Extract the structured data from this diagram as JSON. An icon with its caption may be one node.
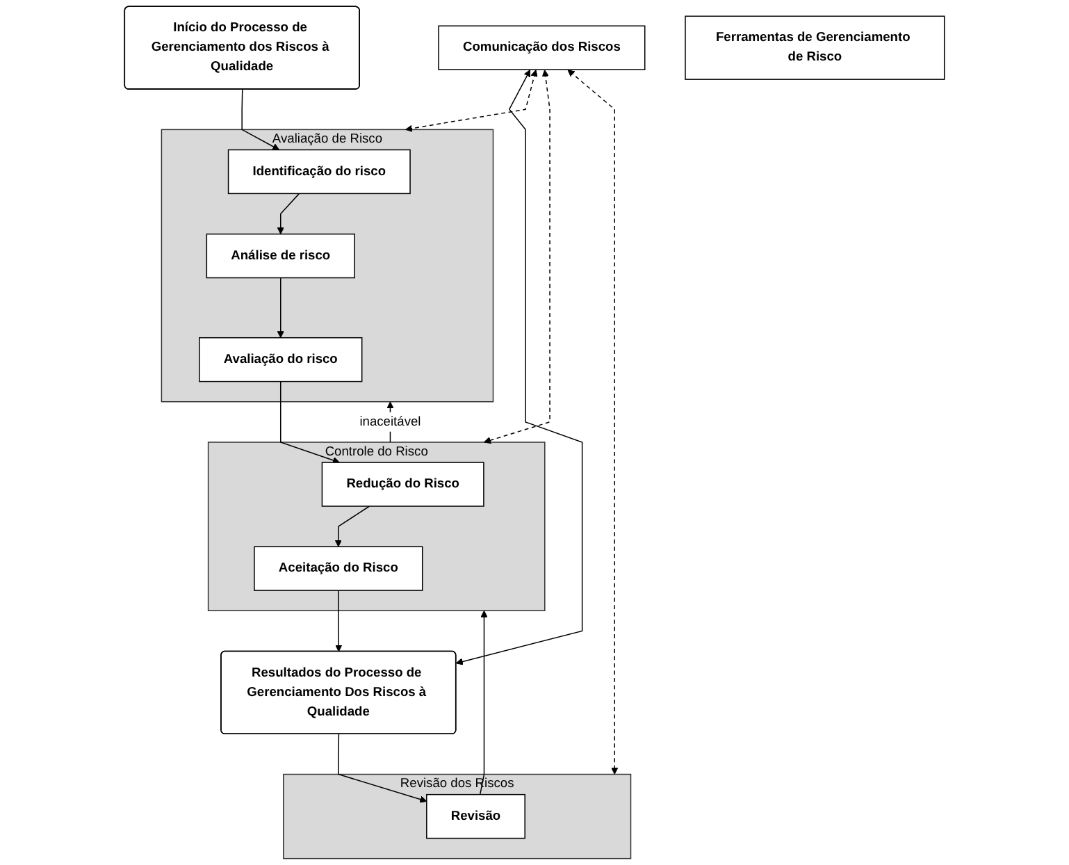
{
  "diagram": {
    "nodes": [
      {
        "text": [
          "Início do Processo de Gerenciamento dos Riscos à Qualidade"
        ]
      },
      {
        "text": [
          "Comunicação dos Riscos"
        ]
      },
      {
        "text": [
          "Avaliação de Risco"
        ]
      },
      {
        "text": [
          "Identificação do risco"
        ],
        "in": 2
      },
      {
        "text": [
          "Análise de risco"
        ],
        "in": 2
      },
      {
        "text": [
          "Avaliação do risco"
        ],
        "in": 2
      },
      {
        "text": [
          "Controle do Risco"
        ]
      },
      {
        "text": [
          "Redução do Risco"
        ],
        "in": 6
      },
      {
        "text": [
          "Aceitação do Risco"
        ],
        "in": 6
      },
      {
        "text": [
          "Resultados do Processo de Gerenciamento Dos Riscos à Qualidade"
        ]
      },
      {
        "text": [
          "Revisão dos Riscos"
        ]
      },
      {
        "text": [
          "Revisão"
        ],
        "in": 10
      },
      {
        "text": [
          "Ferramentas de Gerenciamento de Risco"
        ]
      }
    ],
    "edges": [
      {
        "from": 0,
        "to": 3,
        "arrow": "to"
      },
      {
        "from": 3,
        "to": 4,
        "arrow": "to"
      },
      {
        "from": 4,
        "to": 5,
        "arrow": "to"
      },
      {
        "from": 5,
        "to": 7,
        "arrow": "to"
      },
      {
        "from": 7,
        "to": 8,
        "arrow": "to"
      },
      {
        "from": 8,
        "to": 9,
        "arrow": "to"
      },
      {
        "from": 9,
        "to": 11,
        "arrow": "to"
      },
      {
        "from": 6,
        "to": 2,
        "arrow": "to",
        "label": "inaceitável"
      },
      {
        "from": 11,
        "to": 6,
        "arrow": "to"
      },
      {
        "from": 1,
        "to": 2,
        "arrow": "both",
        "style": "dashed"
      },
      {
        "from": 1,
        "to": 6,
        "arrow": "both",
        "style": "dashed"
      },
      {
        "from": 1,
        "to": 9,
        "arrow": "both"
      },
      {
        "from": 1,
        "to": 10,
        "arrow": "both",
        "style": "dashed"
      }
    ]
  }
}
